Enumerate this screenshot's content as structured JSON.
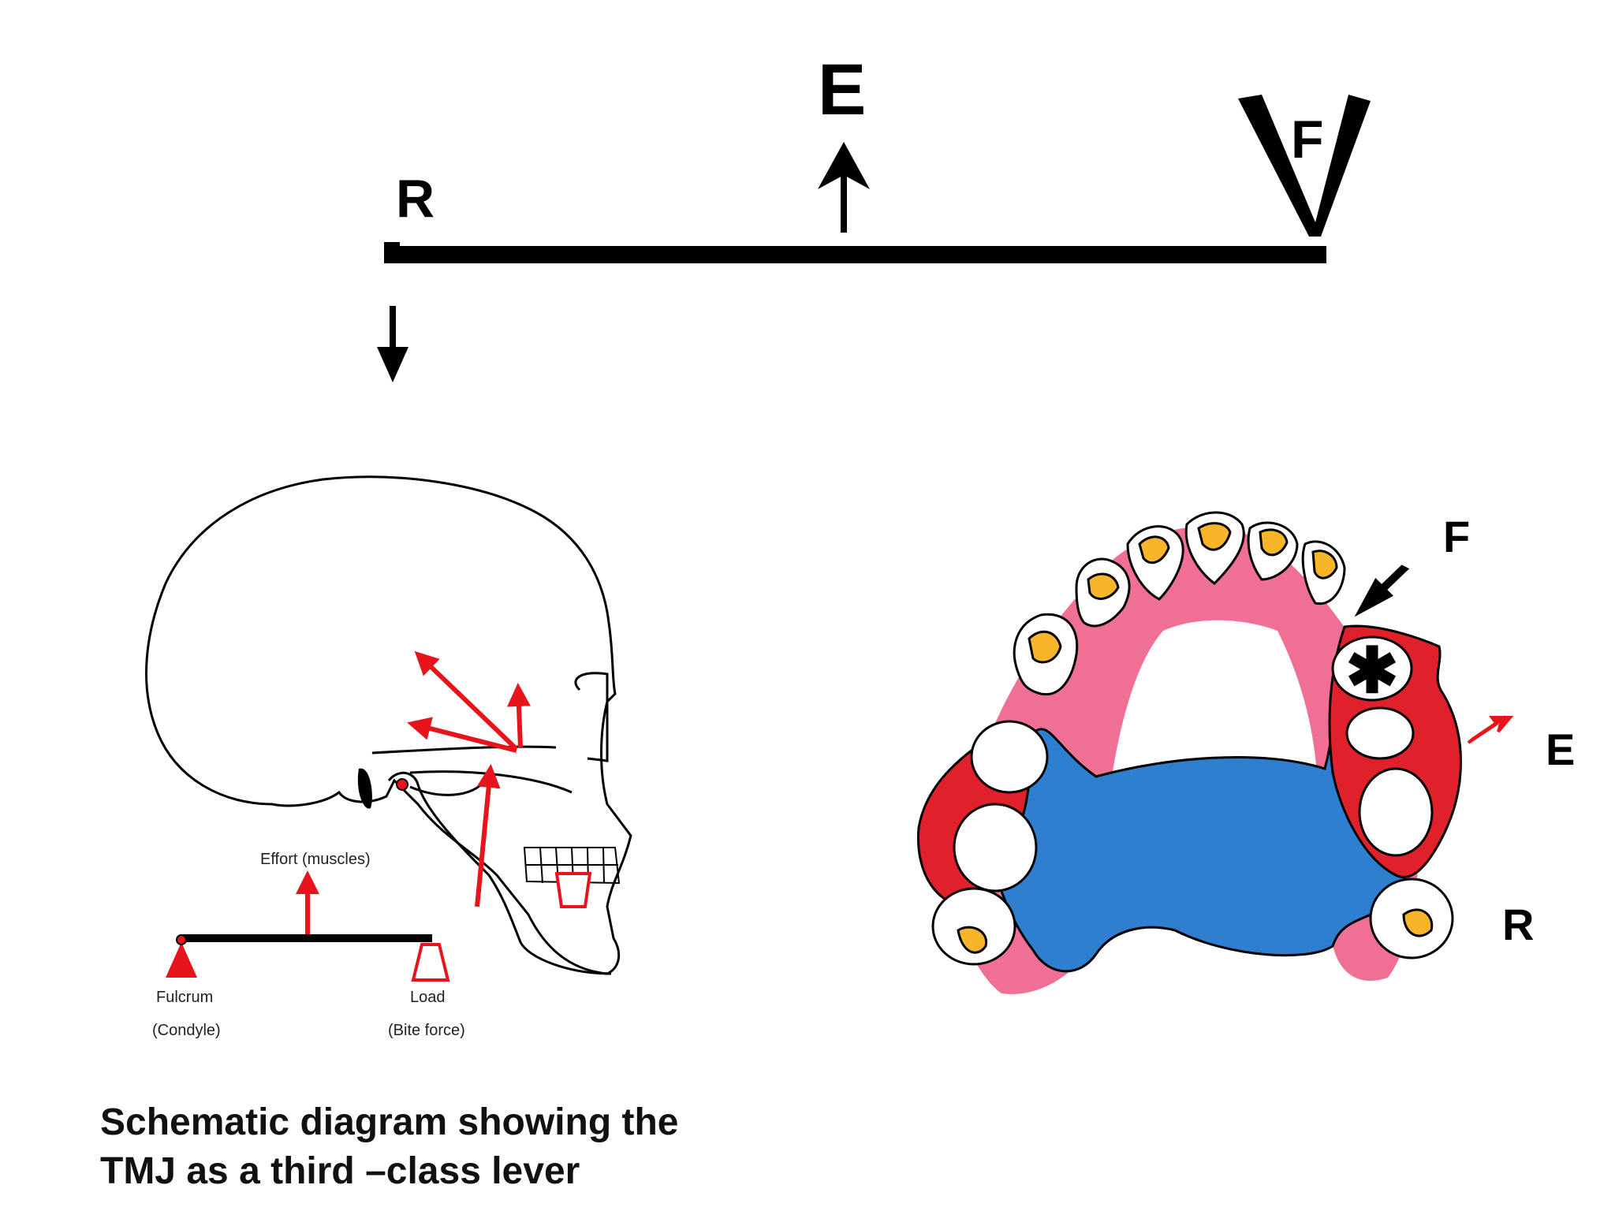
{
  "lever_diagram": {
    "label_resistance": "R",
    "label_effort": "E",
    "label_fulcrum": "F"
  },
  "skull_diagram": {
    "effort_label": "Effort (muscles)",
    "fulcrum_label": "Fulcrum",
    "fulcrum_sub": "(Condyle)",
    "load_label": "Load",
    "load_sub": "(Bite force)",
    "accent_color": "#e8141c"
  },
  "denture_diagram": {
    "label_fulcrum": "F",
    "label_effort": "E",
    "label_resistance": "R",
    "acrylic_color": "#2f7fd0",
    "clasp_color": "#e0202a",
    "gum_color": "#f06f95",
    "tooth_accent_color": "#f7b52a",
    "rest_symbol": "✱"
  },
  "caption": {
    "line1": "Schematic diagram showing the",
    "line2": "TMJ as a third –class lever"
  }
}
